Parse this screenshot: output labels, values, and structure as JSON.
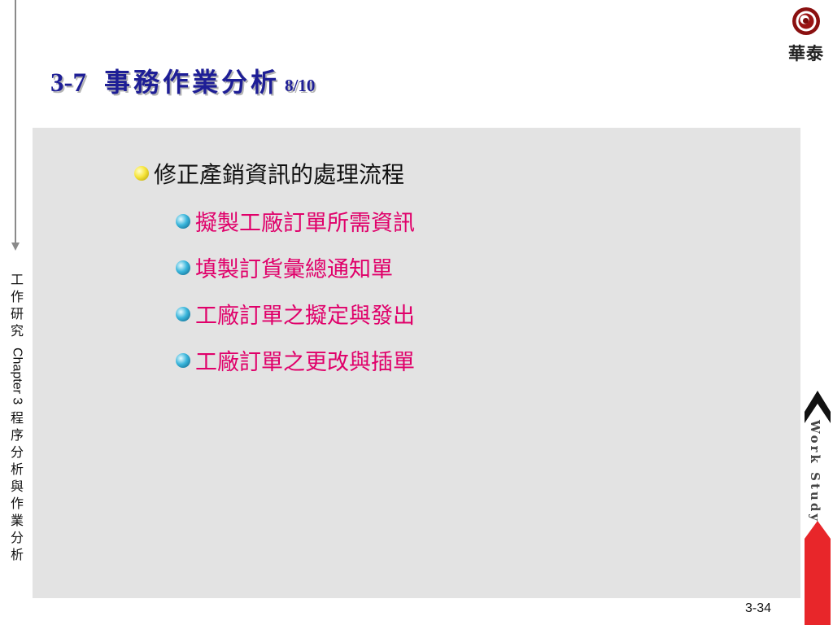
{
  "logo": {
    "text": "華泰"
  },
  "title": {
    "number": "3-7",
    "main": "事務作業分析",
    "page": "8/10"
  },
  "side": {
    "top_chars": [
      "工",
      "作",
      "研",
      "究"
    ],
    "chapter": "Chapter 3",
    "bottom_chars": [
      "程",
      "序",
      "分",
      "析",
      "與",
      "作",
      "業",
      "分",
      "析"
    ]
  },
  "content": {
    "heading": "修正產銷資訊的處理流程",
    "items": [
      "擬製工廠訂單所需資訊",
      "填製訂貨彙總通知單",
      "工廠訂單之擬定與發出",
      "工廠訂單之更改與插單"
    ]
  },
  "right_tab": {
    "label": "Work Study"
  },
  "footer": {
    "page_number": "3-34"
  },
  "colors": {
    "title": "#1e1e96",
    "sub_items": "#e0006a",
    "panel": "#e3e3e3",
    "tab_red": "#e8262a"
  }
}
